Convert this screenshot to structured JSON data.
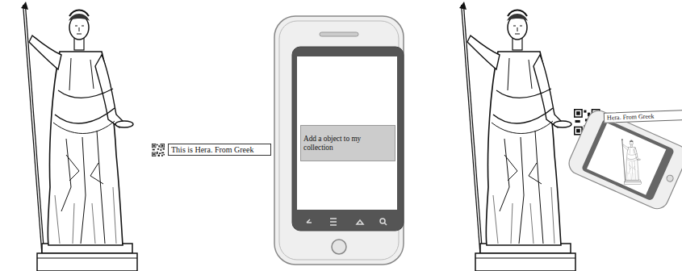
{
  "diagram": {
    "nodes": [
      {
        "text": [
          "This is Hera. From Greek"
        ]
      },
      {
        "text": [
          "Add a object to my collection"
        ]
      },
      {
        "text": [
          "Hera. From Greek"
        ]
      }
    ]
  }
}
